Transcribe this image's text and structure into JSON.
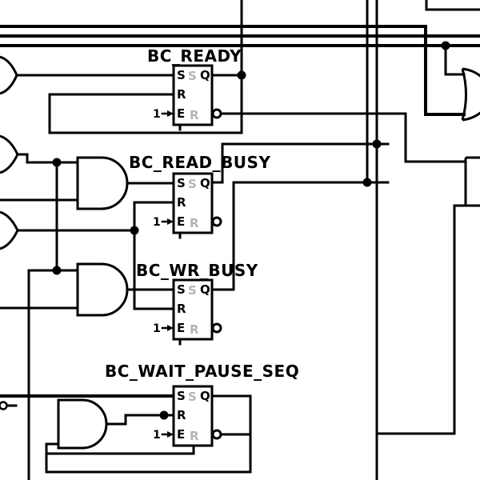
{
  "colors": {
    "background": "#ffffff",
    "line": "#000000",
    "gray_pin": "#b3b3b3"
  },
  "schematic": {
    "flipflops": [
      {
        "type": "sr-latch",
        "label": "BC_READY",
        "pins": {
          "s": "S",
          "s_gray": "S",
          "q": "Q",
          "r": "R",
          "e": "E",
          "r_gray": "R"
        },
        "enable_const": "1"
      },
      {
        "type": "sr-latch",
        "label": "BC_READ_BUSY",
        "pins": {
          "s": "S",
          "s_gray": "S",
          "q": "Q",
          "r": "R",
          "e": "E",
          "r_gray": "R"
        },
        "enable_const": "1"
      },
      {
        "type": "sr-latch",
        "label": "BC_WR_BUSY",
        "pins": {
          "s": "S",
          "s_gray": "S",
          "q": "Q",
          "r": "R",
          "e": "E",
          "r_gray": "R"
        },
        "enable_const": "1"
      },
      {
        "type": "sr-latch",
        "label": "BC_WAIT_PAUSE_SEQ",
        "pins": {
          "s": "S",
          "s_gray": "S",
          "q": "Q",
          "r": "R",
          "e": "E",
          "r_gray": "R"
        },
        "enable_const": "1"
      }
    ],
    "gates": [
      {
        "type": "or-gate",
        "position": "left-edge-top"
      },
      {
        "type": "or-gate",
        "position": "left-edge-middle"
      },
      {
        "type": "or-gate",
        "position": "left-edge-bottom"
      },
      {
        "type": "and-gate",
        "position": "feeds-bc-read-busy"
      },
      {
        "type": "and-gate",
        "position": "feeds-bc-wr-busy"
      },
      {
        "type": "and-gate",
        "position": "feeds-bc-wait-pause-seq"
      },
      {
        "type": "or-gate",
        "position": "right-edge-clipped"
      },
      {
        "type": "component-box",
        "position": "right-edge-clipped"
      }
    ]
  }
}
